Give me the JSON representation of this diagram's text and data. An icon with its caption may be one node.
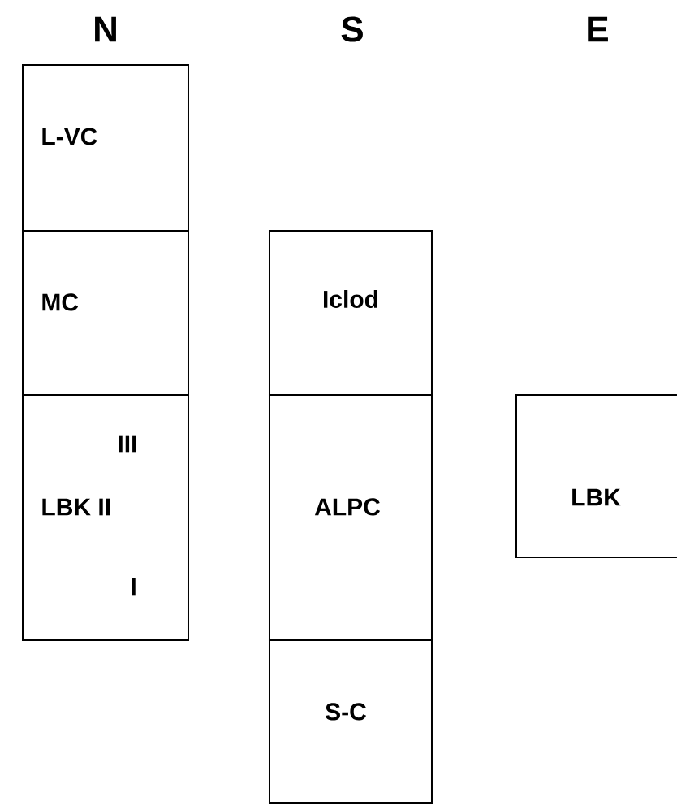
{
  "diagram": {
    "nodes": [
      {
        "text": [
          "L-VC"
        ]
      },
      {
        "text": [
          "MC"
        ]
      },
      {
        "text": [
          "III",
          "LBK II",
          "I"
        ]
      },
      {
        "text": [
          "Iclod"
        ]
      },
      {
        "text": [
          "ALPC"
        ]
      },
      {
        "text": [
          "S-C"
        ]
      },
      {
        "text": [
          "LBK"
        ]
      }
    ],
    "labels": [
      "N",
      "S",
      "E"
    ]
  }
}
